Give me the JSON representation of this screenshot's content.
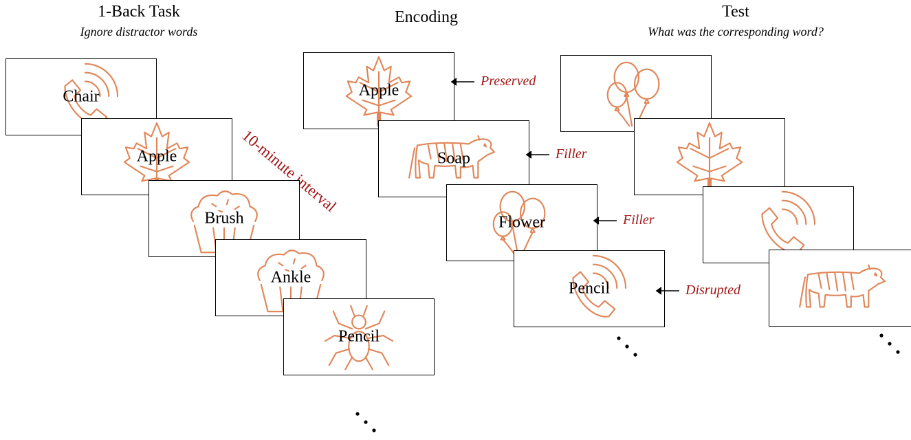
{
  "columns": {
    "oneback": {
      "title": "1-Back Task",
      "subtitle": "Ignore distractor words"
    },
    "encoding": {
      "title": "Encoding"
    },
    "test": {
      "title": "Test",
      "subtitle": "What was the corresponding word?"
    }
  },
  "interval_label": "10-minute interval",
  "oneback_cards": [
    {
      "word": "Chair",
      "icon": "phone-icon"
    },
    {
      "word": "Apple",
      "icon": "maple-leaf-icon"
    },
    {
      "word": "Brush",
      "icon": "muffin-icon"
    },
    {
      "word": "Ankle",
      "icon": "muffin-icon"
    },
    {
      "word": "Pencil",
      "icon": "spider-icon"
    }
  ],
  "encoding_cards": [
    {
      "word": "Apple",
      "icon": "maple-leaf-icon",
      "label": "Preserved"
    },
    {
      "word": "Soap",
      "icon": "tiger-icon",
      "label": "Filler"
    },
    {
      "word": "Flower",
      "icon": "balloons-icon",
      "label": "Filler"
    },
    {
      "word": "Pencil",
      "icon": "phone-icon",
      "label": "Disrupted"
    }
  ],
  "test_cards": [
    {
      "icon": "balloons-icon"
    },
    {
      "icon": "maple-leaf-icon"
    },
    {
      "icon": "phone-icon"
    },
    {
      "icon": "tiger-icon"
    }
  ],
  "colors": {
    "icon_stroke": "#e0875a",
    "label_red": "#a31515",
    "border": "#000000"
  }
}
